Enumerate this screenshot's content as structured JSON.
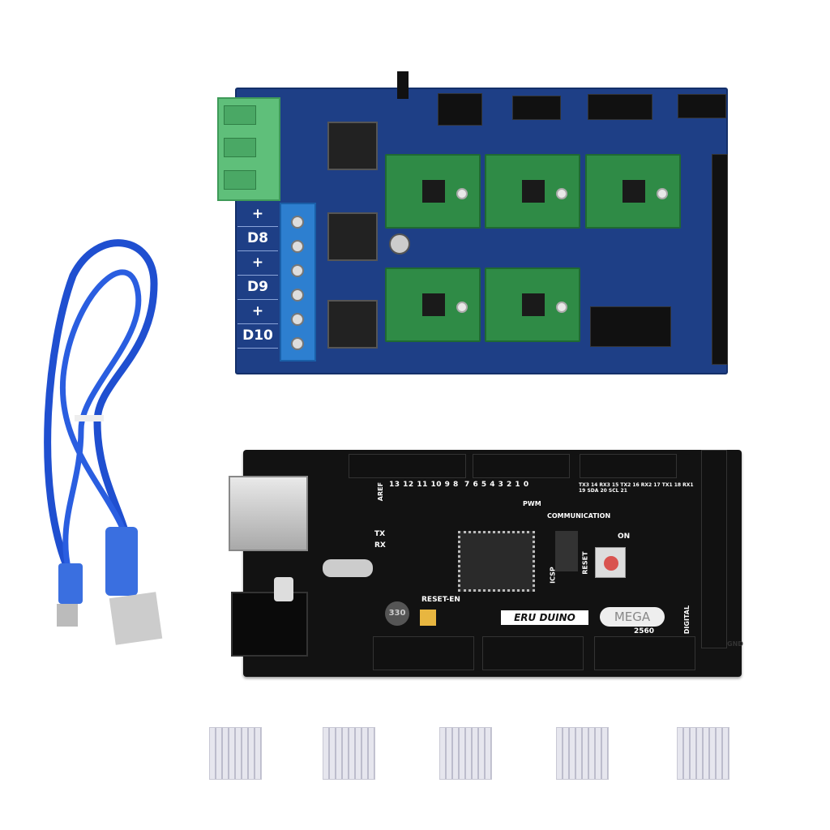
{
  "ramps": {
    "labels": [
      "+",
      "D8",
      "+",
      "D9",
      "+",
      "D10"
    ]
  },
  "mega": {
    "logo": "ERU DUINO",
    "model": "MEGA",
    "model_number": "2560",
    "reset": "RESET",
    "on": "ON",
    "tx": "TX",
    "rx": "RX",
    "pwm": "PWM",
    "communication": "COMMUNICATION",
    "digital": "DIGITAL",
    "gnd": "GND",
    "aref": "AREF",
    "icsp": "ICSP",
    "reset_en": "RESET-EN",
    "inductor": "330",
    "pwm_pins": "13 12 11 10 9 8  7 6 5 4 3 2 1 0",
    "comm_pins": "TX3 14 RX3 15 TX2 16 RX2 17 TX1 18 RX1 19 SDA 20 SCL 21"
  },
  "colors": {
    "ramps_pcb": "#1e3f86",
    "mega_pcb": "#121212",
    "cable": "#1f4fd0",
    "driver": "#2f8b46"
  }
}
